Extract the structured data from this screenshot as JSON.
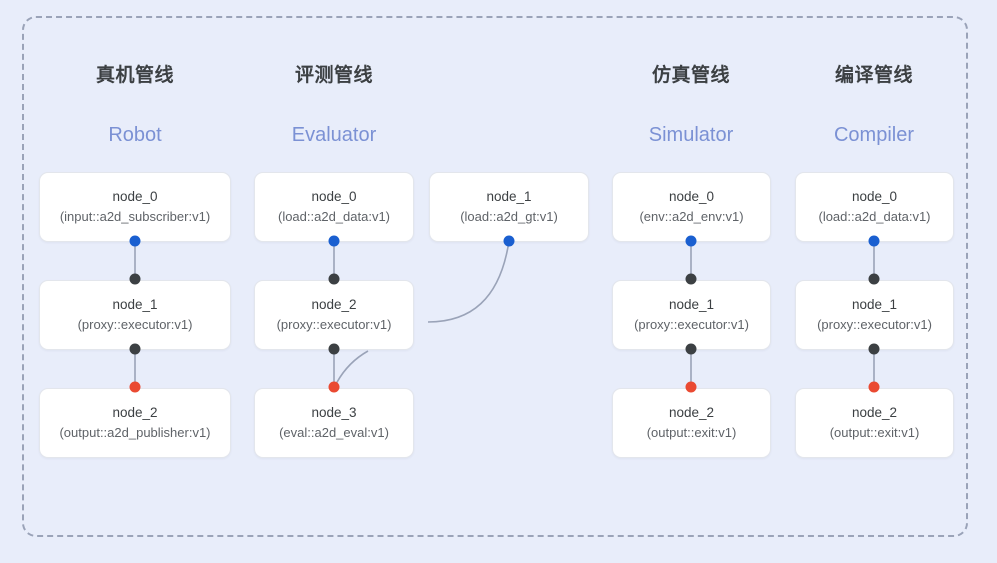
{
  "diagram": {
    "frame_style": "dashed-rounded",
    "background_color": "#e8edfa",
    "columns": [
      {
        "id": "robot",
        "title_cn": "真机管线",
        "title_en": "Robot",
        "nodes": [
          {
            "name": "node_0",
            "spec": "(input::a2d_subscriber:v1)"
          },
          {
            "name": "node_1",
            "spec": "(proxy::executor:v1)"
          },
          {
            "name": "node_2",
            "spec": "(output::a2d_publisher:v1)"
          }
        ]
      },
      {
        "id": "evaluator",
        "title_cn": "评测管线",
        "title_en": "Evaluator",
        "nodes": [
          {
            "name": "node_0",
            "spec": "(load::a2d_data:v1)"
          },
          {
            "name": "node_1",
            "spec": "(load::a2d_gt:v1)"
          },
          {
            "name": "node_2",
            "spec": "(proxy::executor:v1)"
          },
          {
            "name": "node_3",
            "spec": "(eval::a2d_eval:v1)"
          }
        ]
      },
      {
        "id": "simulator",
        "title_cn": "仿真管线",
        "title_en": "Simulator",
        "nodes": [
          {
            "name": "node_0",
            "spec": "(env::a2d_env:v1)"
          },
          {
            "name": "node_1",
            "spec": "(proxy::executor:v1)"
          },
          {
            "name": "node_2",
            "spec": "(output::exit:v1)"
          }
        ]
      },
      {
        "id": "compiler",
        "title_cn": "编译管线",
        "title_en": "Compiler",
        "nodes": [
          {
            "name": "node_0",
            "spec": "(load::a2d_data:v1)"
          },
          {
            "name": "node_1",
            "spec": "(proxy::executor:v1)"
          },
          {
            "name": "node_2",
            "spec": "(output::exit:v1)"
          }
        ]
      }
    ],
    "port_colors": {
      "output": "#1a5fd0",
      "intermediate": "#3c4043",
      "input": "#ea4a32"
    },
    "edge_color": "#9aa3b8"
  }
}
